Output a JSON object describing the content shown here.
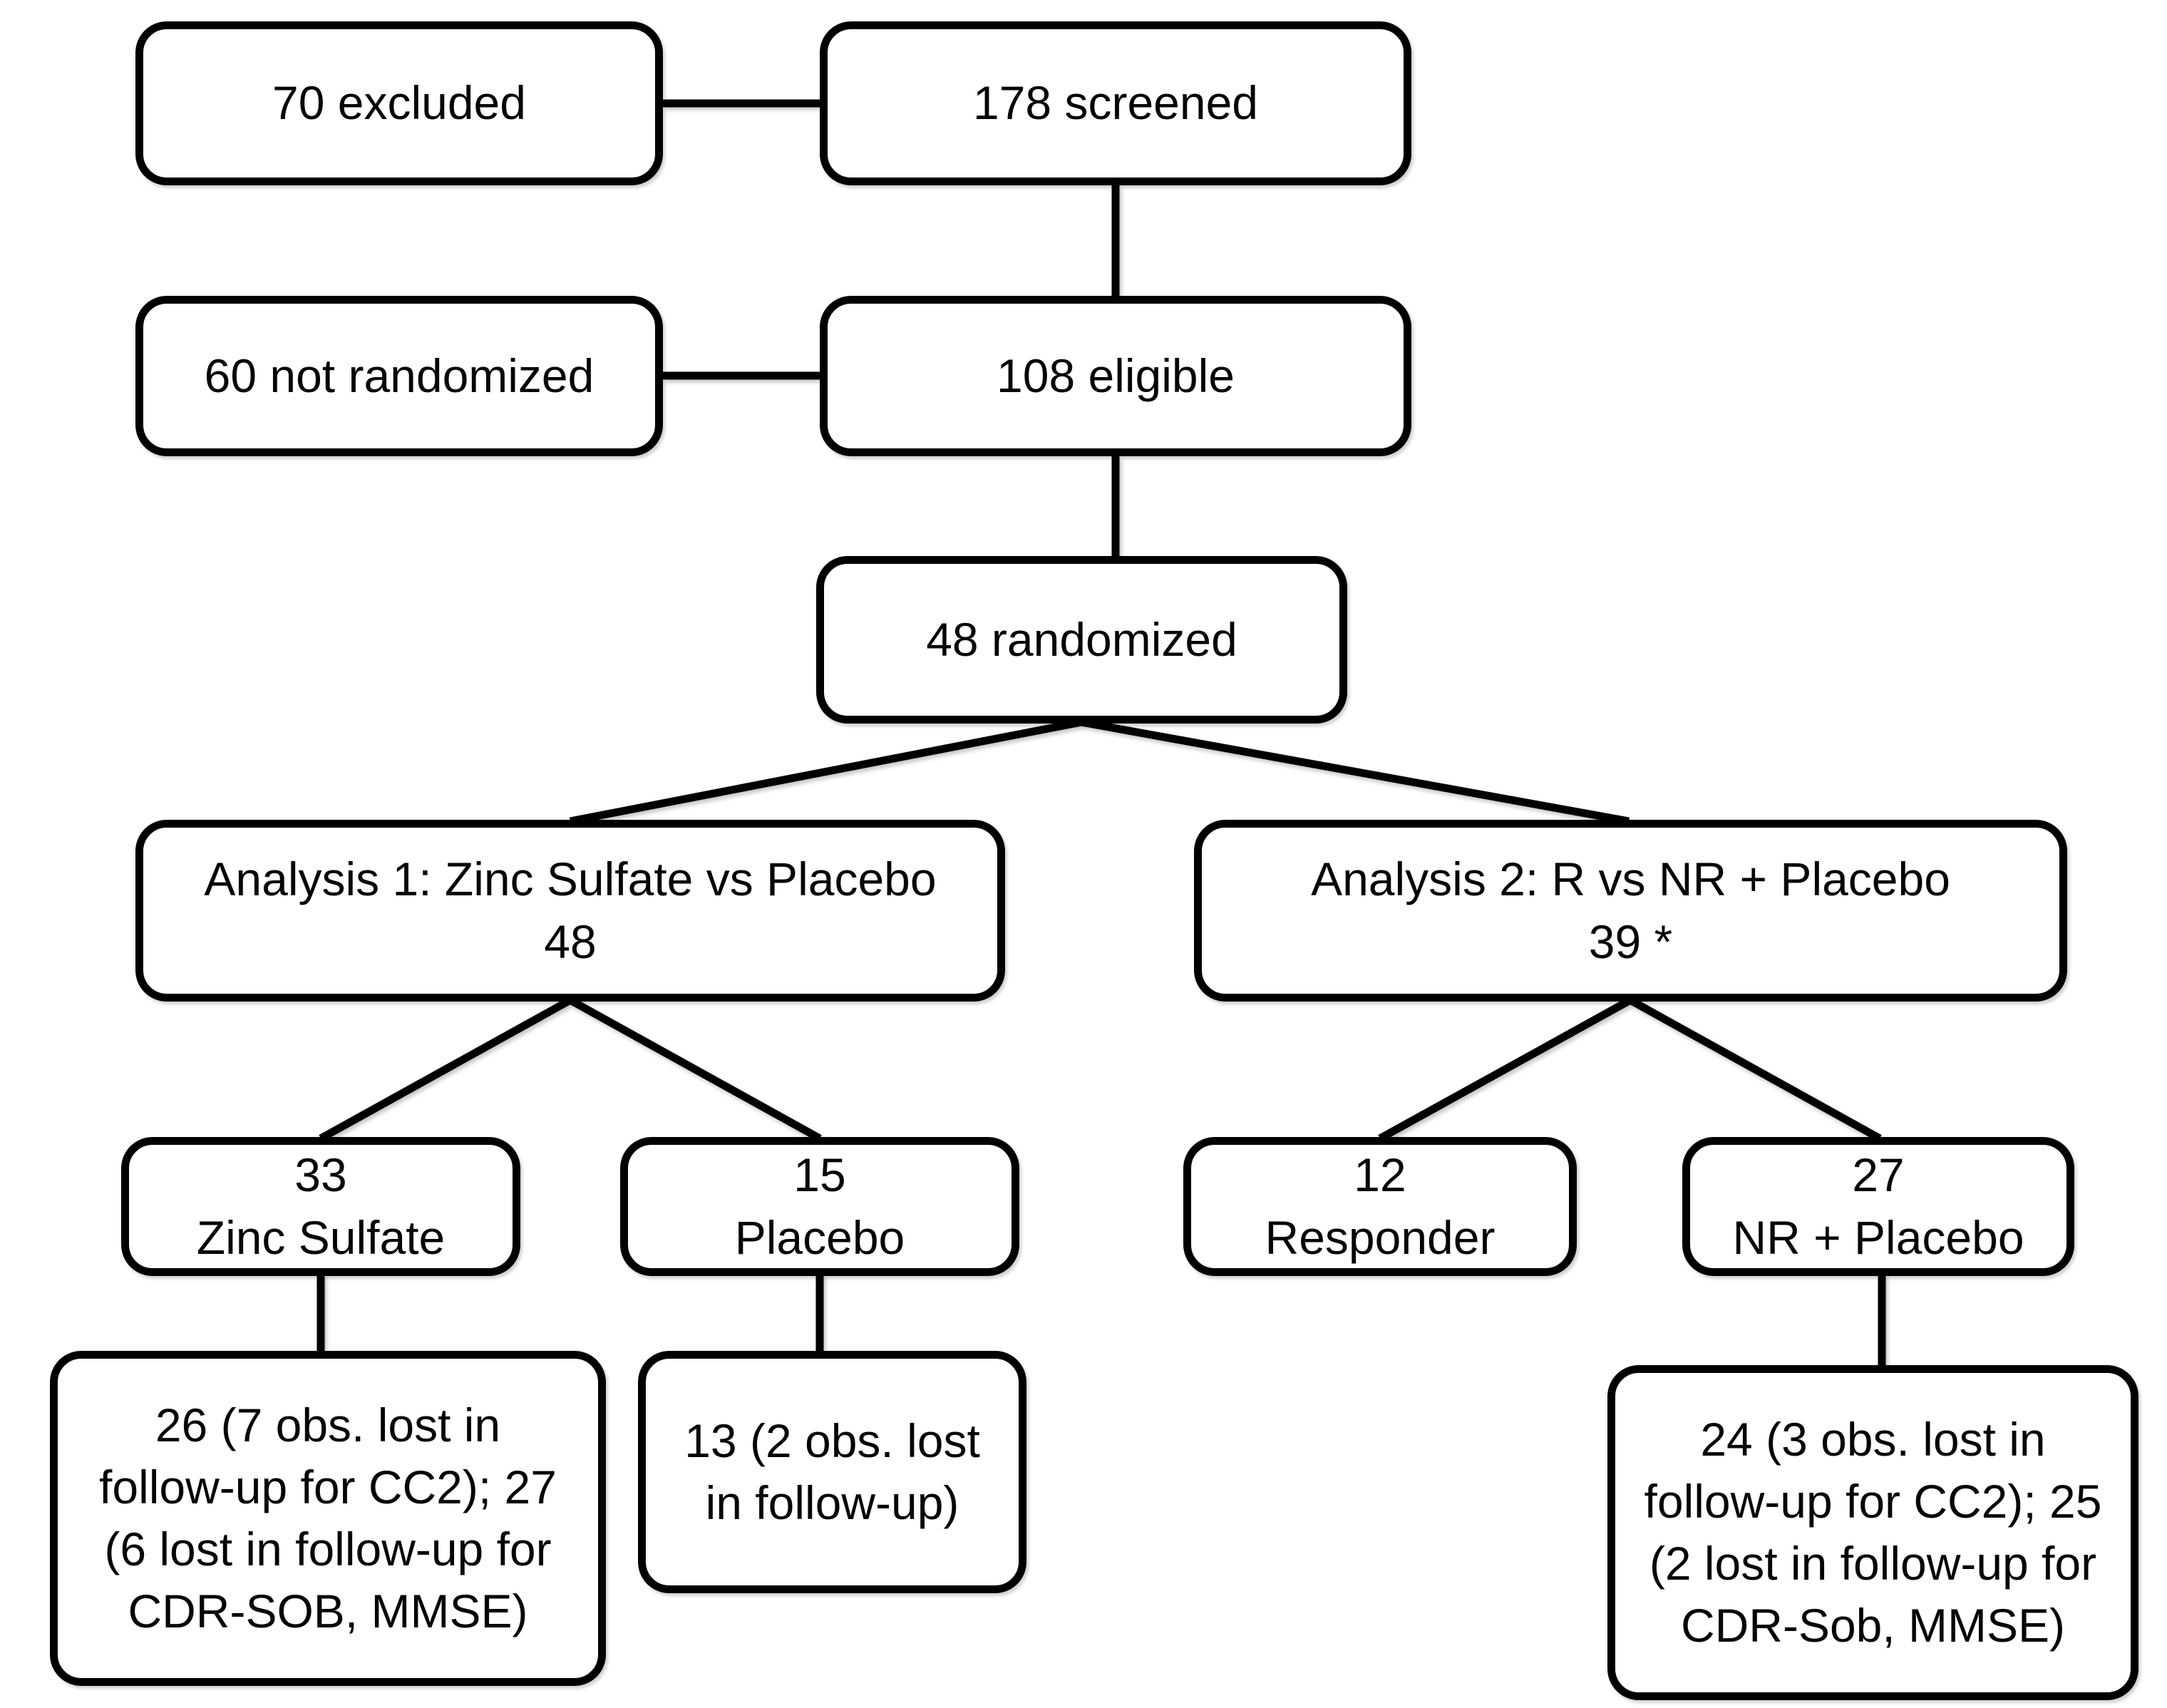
{
  "diagram": {
    "type": "flowchart",
    "description": "Participant flow diagram of a randomized trial (screening, eligibility, randomization, two analyses and follow-up losses)",
    "background_color": "#ffffff",
    "box_border_color": "#000000",
    "box_fill_color": "#ffffff",
    "line_color": "#000000",
    "text_color": "#050505",
    "nodes": {
      "excluded": {
        "label": "70 excluded"
      },
      "screened": {
        "label": "178 screened"
      },
      "not_randomized": {
        "label": "60 not randomized"
      },
      "eligible": {
        "label": "108 eligible"
      },
      "randomized": {
        "label": "48 randomized"
      },
      "analysis1": {
        "label": "Analysis 1: Zinc Sulfate vs Placebo\n48"
      },
      "analysis2": {
        "label": "Analysis 2: R vs NR + Placebo\n39 *"
      },
      "zinc_sulfate": {
        "label": "33\nZinc Sulfate"
      },
      "placebo": {
        "label": "15\nPlacebo"
      },
      "responder": {
        "label": "12\nResponder"
      },
      "nr_placebo": {
        "label": "27\nNR + Placebo"
      },
      "zinc_outcome": {
        "label": "26 (7 obs. lost in\nfollow-up for CC2); 27\n(6 lost in follow-up for\nCDR-SOB, MMSE)"
      },
      "placebo_outcome": {
        "label": "13 (2 obs. lost\nin follow-up)"
      },
      "nr_outcome": {
        "label": "24 (3 obs. lost in\nfollow-up for CC2); 25\n(2 lost in follow-up for\nCDR-Sob, MMSE)"
      }
    },
    "edges": [
      {
        "from": "excluded",
        "to": "screened"
      },
      {
        "from": "screened",
        "to": "eligible"
      },
      {
        "from": "not_randomized",
        "to": "eligible"
      },
      {
        "from": "eligible",
        "to": "randomized"
      },
      {
        "from": "randomized",
        "to": "analysis1"
      },
      {
        "from": "randomized",
        "to": "analysis2"
      },
      {
        "from": "analysis1",
        "to": "zinc_sulfate"
      },
      {
        "from": "analysis1",
        "to": "placebo"
      },
      {
        "from": "analysis2",
        "to": "responder"
      },
      {
        "from": "analysis2",
        "to": "nr_placebo"
      },
      {
        "from": "zinc_sulfate",
        "to": "zinc_outcome"
      },
      {
        "from": "placebo",
        "to": "placebo_outcome"
      },
      {
        "from": "nr_placebo",
        "to": "nr_outcome"
      }
    ]
  }
}
